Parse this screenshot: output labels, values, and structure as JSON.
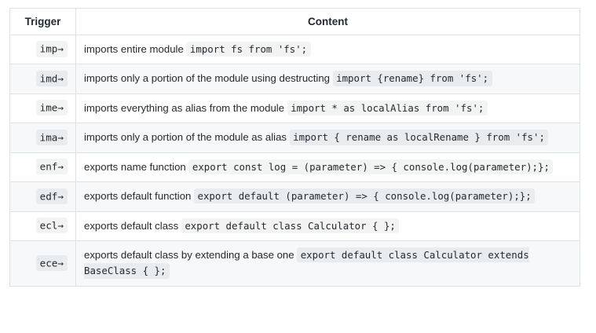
{
  "table": {
    "headers": {
      "trigger": "Trigger",
      "content": "Content"
    },
    "rows": [
      {
        "trigger": "imp→",
        "description": "imports entire module ",
        "code": "import fs from 'fs';"
      },
      {
        "trigger": "imd→",
        "description": "imports only a portion of the module using destructing ",
        "code": "import {rename} from 'fs';"
      },
      {
        "trigger": "ime→",
        "description": "imports everything as alias from the module ",
        "code": "import * as localAlias from 'fs';"
      },
      {
        "trigger": "ima→",
        "description": "imports only a portion of the module as alias ",
        "code": "import { rename as localRename } from 'fs';"
      },
      {
        "trigger": "enf→",
        "description": "exports name function ",
        "code": "export const log = (parameter) => { console.log(parameter);};"
      },
      {
        "trigger": "edf→",
        "description": "exports default function ",
        "code": "export default (parameter) => { console.log(parameter);};"
      },
      {
        "trigger": "ecl→",
        "description": "exports default class ",
        "code": "export default class Calculator { };"
      },
      {
        "trigger": "ece→",
        "description": "exports default class by extending a base one ",
        "code": "export default class Calculator extends BaseClass { };"
      }
    ]
  },
  "style": {
    "border_color": "#dfe2e5",
    "stripe_color": "#f6f8fa",
    "code_bg": "rgba(27,31,35,0.055)",
    "text_color": "#24292e"
  }
}
